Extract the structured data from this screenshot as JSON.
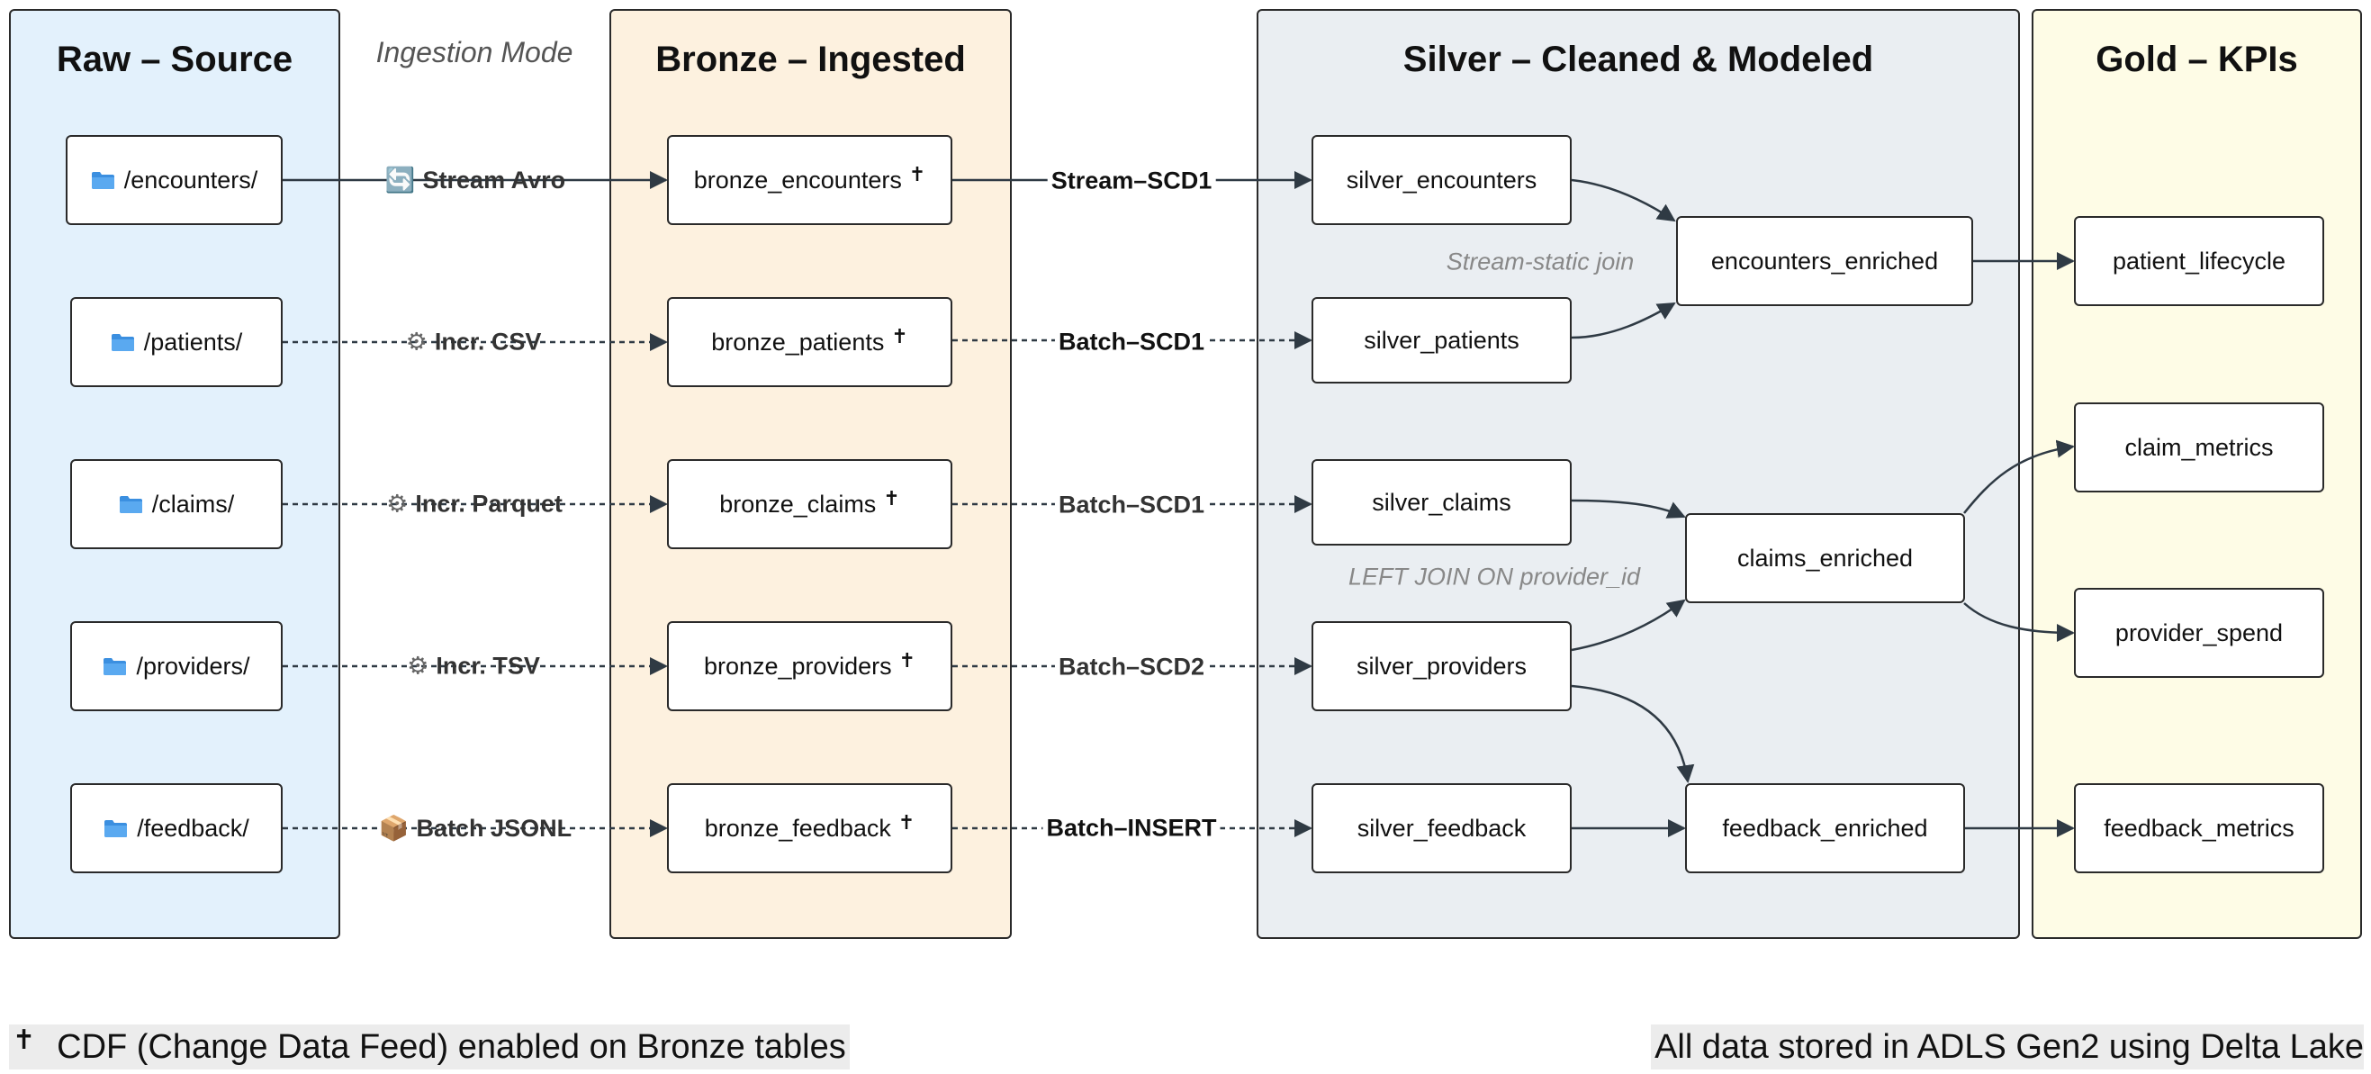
{
  "lanes": {
    "raw": "Raw – Source",
    "bronze": "Bronze – Ingested",
    "silver": "Silver – Cleaned & Modeled",
    "gold": "Gold – KPIs"
  },
  "ingestion_mode_header": "Ingestion Mode",
  "dagger": "✝",
  "raw_sources": [
    {
      "label": "/encounters/"
    },
    {
      "label": "/patients/"
    },
    {
      "label": "/claims/"
    },
    {
      "label": "/providers/"
    },
    {
      "label": "/feedback/"
    }
  ],
  "ingestion_modes": [
    {
      "icon": "🔄",
      "icon_name": "sync-icon",
      "label": "Stream Avro"
    },
    {
      "icon": "⚙",
      "icon_name": "gear-icon",
      "label": "Incr. CSV"
    },
    {
      "icon": "⚙",
      "icon_name": "gear-icon",
      "label": "Incr. Parquet"
    },
    {
      "icon": "⚙",
      "icon_name": "gear-icon",
      "label": "Incr. TSV"
    },
    {
      "icon": "📦",
      "icon_name": "package-icon",
      "label": "Batch JSONL"
    }
  ],
  "bronze_tables": [
    {
      "label": "bronze_encounters"
    },
    {
      "label": "bronze_patients"
    },
    {
      "label": "bronze_claims"
    },
    {
      "label": "bronze_providers"
    },
    {
      "label": "bronze_feedback"
    }
  ],
  "load_modes": [
    "Stream–SCD1",
    "Batch–SCD1",
    "Batch–SCD1",
    "Batch–SCD2",
    "Batch–INSERT"
  ],
  "silver_tables": [
    {
      "label": "silver_encounters"
    },
    {
      "label": "silver_patients"
    },
    {
      "label": "silver_claims"
    },
    {
      "label": "silver_providers"
    },
    {
      "label": "silver_feedback"
    }
  ],
  "enriched": {
    "encounters": "encounters_enriched",
    "claims": "claims_enriched",
    "feedback": "feedback_enriched"
  },
  "join_notes": {
    "stream_static": "Stream-static join",
    "left_join": "LEFT JOIN ON provider_id"
  },
  "gold": {
    "patient_lifecycle": "patient_lifecycle",
    "claim_metrics": "claim_metrics",
    "provider_spend": "provider_spend",
    "feedback_metrics": "feedback_metrics"
  },
  "footer": {
    "cdf_note": "CDF (Change Data Feed) enabled on Bronze tables",
    "storage_note": "All data stored in ADLS Gen2 using Delta Lake"
  },
  "colors": {
    "raw_lane": "#e3f1fc",
    "bronze_lane": "#fdf1df",
    "silver_lane": "#eaeef2",
    "gold_lane": "#fefce6",
    "folder": "#3b8fe0",
    "edge": "#2f3a44"
  }
}
